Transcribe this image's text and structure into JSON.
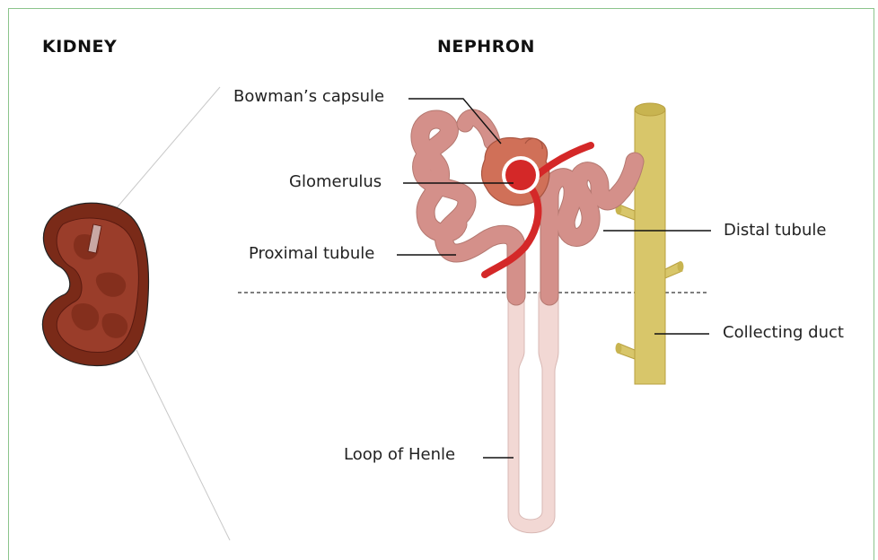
{
  "headings": {
    "kidney": "KIDNEY",
    "nephron": "NEPHRON"
  },
  "labels": {
    "bowmans_capsule": "Bowman’s capsule",
    "glomerulus": "Glomerulus",
    "proximal_tubule": "Proximal tubule",
    "distal_tubule": "Distal tubule",
    "collecting_duct": "Collecting duct",
    "loop_of_henle": "Loop of Henle"
  },
  "colors": {
    "frame": "#8cc48c",
    "kidney_outer": "#7a2a18",
    "kidney_inner": "#9a3d2a",
    "tubule": "#d4908a",
    "tubule_light": "#f2d8d4",
    "bowmans_capsule": "#d07058",
    "glomerulus": "#d42828",
    "collecting_duct": "#d8c66a",
    "leader_line": "#111111"
  }
}
